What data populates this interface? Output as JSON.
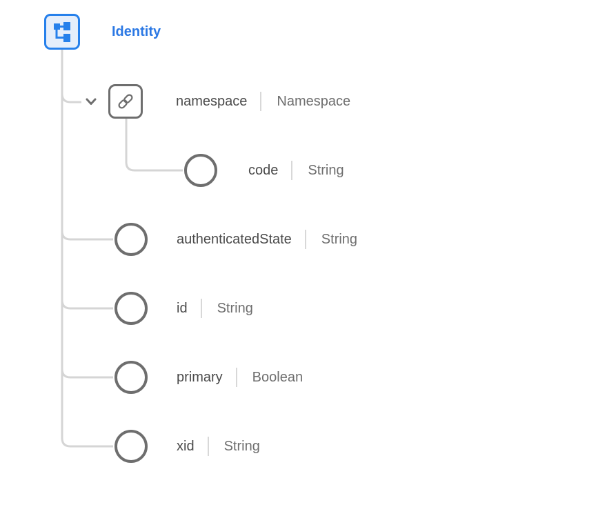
{
  "schema_tree": {
    "root": {
      "title": "Identity",
      "icon": "schema-icon"
    },
    "fields": [
      {
        "name": "namespace",
        "type": "Namespace",
        "icon": "link-icon",
        "expanded": true,
        "level": 1
      },
      {
        "name": "code",
        "type": "String",
        "icon": "circle-icon",
        "level": 2
      },
      {
        "name": "authenticatedState",
        "type": "String",
        "icon": "circle-icon",
        "level": 1
      },
      {
        "name": "id",
        "type": "String",
        "icon": "circle-icon",
        "level": 1
      },
      {
        "name": "primary",
        "type": "Boolean",
        "icon": "circle-icon",
        "level": 1
      },
      {
        "name": "xid",
        "type": "String",
        "icon": "circle-icon",
        "level": 1
      }
    ],
    "icons": {
      "root": "schema-icon",
      "expand_toggle": "chevron-down-icon",
      "reference_object": "link-icon",
      "leaf_field": "circle-icon"
    },
    "colors": {
      "accent_blue": "#2680EB",
      "root_icon_fill": "#E5EEFB",
      "icon_gray": "#6E6E6E",
      "connector_gray": "#D5D5D5",
      "field_name_text": "#4A4A4A",
      "field_type_text": "#6E6E6E",
      "divider_gray": "#D8D8D8"
    }
  }
}
